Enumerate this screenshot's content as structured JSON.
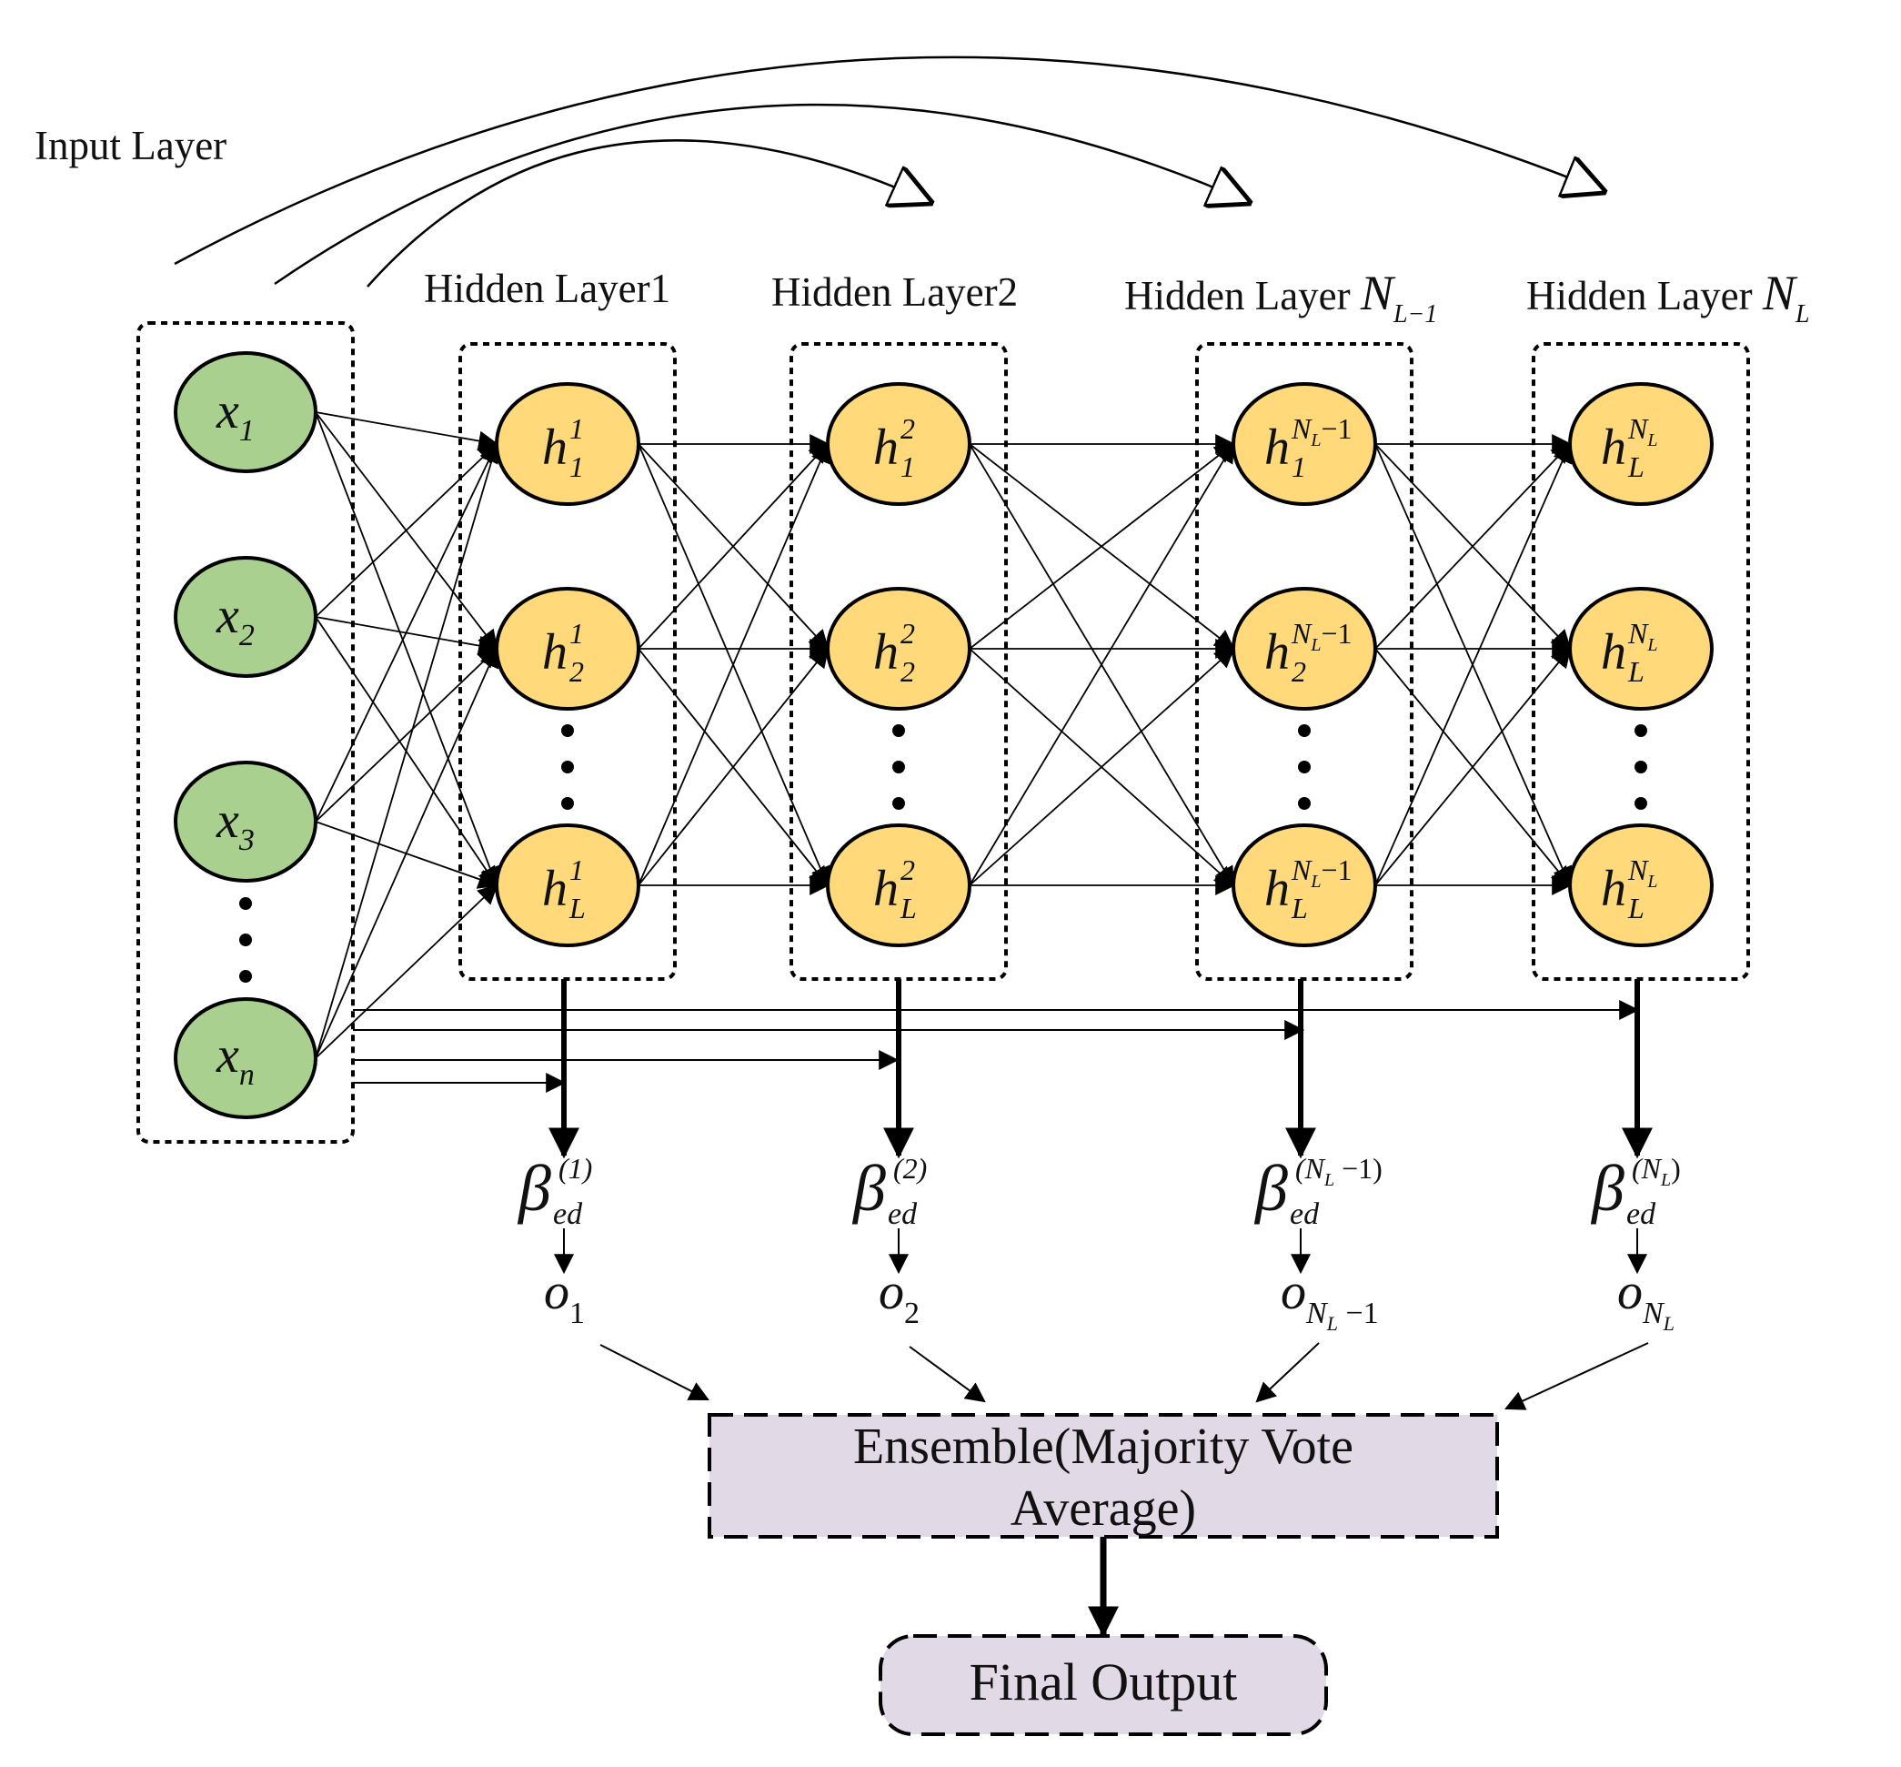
{
  "input_layer": {
    "title": "Input Layer",
    "nodes": [
      {
        "var": "x",
        "sub": "1"
      },
      {
        "var": "x",
        "sub": "2"
      },
      {
        "var": "x",
        "sub": "3"
      },
      {
        "var": "x",
        "sub": "n"
      }
    ],
    "ellipsis": "•"
  },
  "hidden_layers": [
    {
      "title": "Hidden Layer1",
      "title_math": "",
      "title_sub": "",
      "nodes": [
        {
          "var": "h",
          "sub": "1",
          "sup": "1"
        },
        {
          "var": "h",
          "sub": "2",
          "sup": "1"
        },
        {
          "var": "h",
          "sub": "L",
          "sup": "1"
        }
      ],
      "beta": {
        "sym": "β",
        "sub": "ed",
        "sup": "(1)"
      },
      "output": {
        "var": "o",
        "sub": "1"
      }
    },
    {
      "title": "Hidden Layer2",
      "title_math": "",
      "title_sub": "",
      "nodes": [
        {
          "var": "h",
          "sub": "1",
          "sup": "2"
        },
        {
          "var": "h",
          "sub": "2",
          "sup": "2"
        },
        {
          "var": "h",
          "sub": "L",
          "sup": "2"
        }
      ],
      "beta": {
        "sym": "β",
        "sub": "ed",
        "sup": "(2)"
      },
      "output": {
        "var": "o",
        "sub": "2"
      }
    },
    {
      "title": "Hidden Layer ",
      "title_math": "N",
      "title_sub": "L−1",
      "nodes": [
        {
          "var": "h",
          "sub": "1",
          "sup": "N",
          "sup_sub": "L",
          "sup_tail": "−1"
        },
        {
          "var": "h",
          "sub": "2",
          "sup": "N",
          "sup_sub": "L",
          "sup_tail": "−1"
        },
        {
          "var": "h",
          "sub": "L",
          "sup": "N",
          "sup_sub": "L",
          "sup_tail": "−1"
        }
      ],
      "beta": {
        "sym": "β",
        "sub": "ed",
        "sup": "(N",
        "sup_sub": "L",
        "sup_tail": " −1)"
      },
      "output": {
        "var": "o",
        "sub": "N",
        "sub_sub": "L",
        "sub_tail": " −1"
      }
    },
    {
      "title": "Hidden Layer ",
      "title_math": "N",
      "title_sub": "L",
      "nodes": [
        {
          "var": "h",
          "sub": "L",
          "sup": "N",
          "sup_sub": "L"
        },
        {
          "var": "h",
          "sub": "L",
          "sup": "N",
          "sup_sub": "L"
        },
        {
          "var": "h",
          "sub": "L",
          "sup": "N",
          "sup_sub": "L"
        }
      ],
      "beta": {
        "sym": "β",
        "sub": "ed",
        "sup": "(N",
        "sup_sub": "L",
        "sup_tail": ")"
      },
      "output": {
        "var": "o",
        "sub": "N",
        "sub_sub": "L"
      }
    }
  ],
  "ensemble": {
    "line1": "Ensemble(Majority Vote",
    "line2": "Average)"
  },
  "final_output": {
    "label": "Final Output"
  },
  "colors": {
    "input_node_fill": "#a9d08e",
    "hidden_node_fill": "#ffd97a",
    "ensemble_fill": "#e2d9e6",
    "line": "#000000"
  }
}
